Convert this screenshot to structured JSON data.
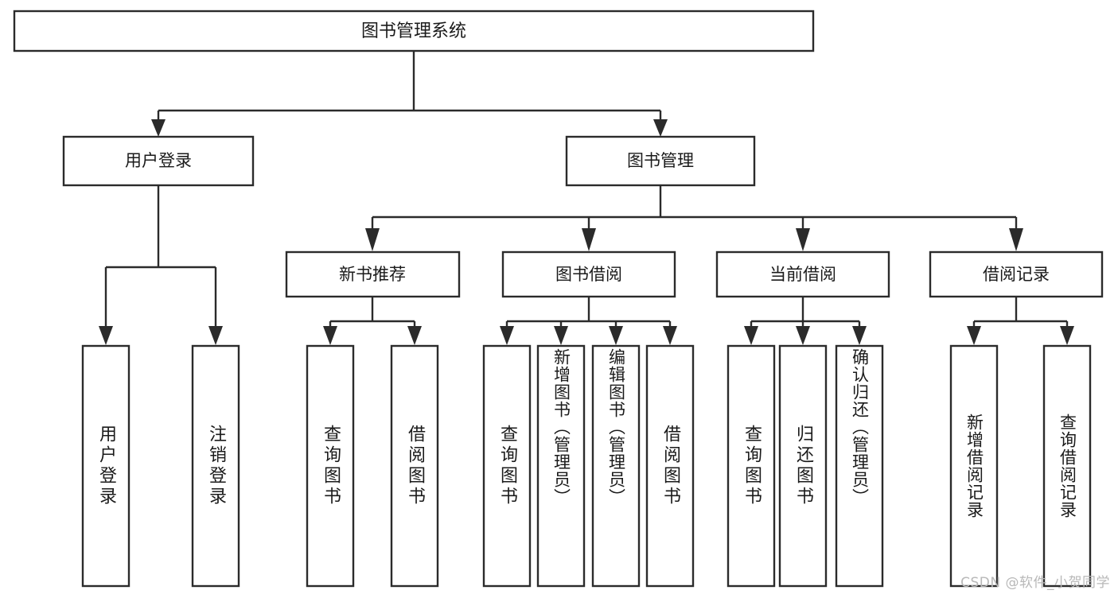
{
  "diagram": {
    "type": "tree-hierarchy",
    "title": "图书管理系统",
    "orientation": "top-down",
    "box_fill": "#ffffff",
    "box_stroke": "#2b2b2b",
    "text_color": "#1a1a1a",
    "levels": [
      {
        "level": 1,
        "nodes": [
          {
            "id": "root",
            "label": "图书管理系统",
            "orientation": "horizontal"
          }
        ]
      },
      {
        "level": 2,
        "nodes": [
          {
            "id": "login",
            "label": "用户登录",
            "orientation": "horizontal",
            "parent": "root"
          },
          {
            "id": "bookmgmt",
            "label": "图书管理",
            "orientation": "horizontal",
            "parent": "root"
          }
        ]
      },
      {
        "level": 3,
        "nodes": [
          {
            "id": "newrec",
            "label": "新书推荐",
            "orientation": "horizontal",
            "parent": "bookmgmt"
          },
          {
            "id": "borrow",
            "label": "图书借阅",
            "orientation": "horizontal",
            "parent": "bookmgmt"
          },
          {
            "id": "current",
            "label": "当前借阅",
            "orientation": "horizontal",
            "parent": "bookmgmt"
          },
          {
            "id": "records",
            "label": "借阅记录",
            "orientation": "horizontal",
            "parent": "bookmgmt"
          }
        ]
      },
      {
        "level": 4,
        "nodes": [
          {
            "id": "leaf-user-login",
            "label": "用户登录",
            "orientation": "vertical",
            "parent": "login"
          },
          {
            "id": "leaf-user-logout",
            "label": "注销登录",
            "orientation": "vertical",
            "parent": "login"
          },
          {
            "id": "leaf-query-book-1",
            "label": "查询图书",
            "orientation": "vertical",
            "parent": "newrec"
          },
          {
            "id": "leaf-borrow-book-1",
            "label": "借阅图书",
            "orientation": "vertical",
            "parent": "newrec"
          },
          {
            "id": "leaf-query-book-2",
            "label": "查询图书",
            "orientation": "vertical",
            "parent": "borrow"
          },
          {
            "id": "leaf-add-book",
            "label": "新增图书（管理员）",
            "orientation": "vertical",
            "parent": "borrow"
          },
          {
            "id": "leaf-edit-book",
            "label": "编辑图书（管理员）",
            "orientation": "vertical",
            "parent": "borrow"
          },
          {
            "id": "leaf-borrow-book-2",
            "label": "借阅图书",
            "orientation": "vertical",
            "parent": "borrow"
          },
          {
            "id": "leaf-query-book-3",
            "label": "查询图书",
            "orientation": "vertical",
            "parent": "current"
          },
          {
            "id": "leaf-return-book",
            "label": "归还图书",
            "orientation": "vertical",
            "parent": "current"
          },
          {
            "id": "leaf-confirm-return",
            "label": "确认归还（管理员）",
            "orientation": "vertical",
            "parent": "current"
          },
          {
            "id": "leaf-add-record",
            "label": "新增借阅记录",
            "orientation": "vertical",
            "parent": "records"
          },
          {
            "id": "leaf-query-record",
            "label": "查询借阅记录",
            "orientation": "vertical",
            "parent": "records"
          }
        ]
      }
    ]
  },
  "watermark": {
    "text": "CSDN @软件_小贺同学",
    "color": "#b8b8b8"
  }
}
